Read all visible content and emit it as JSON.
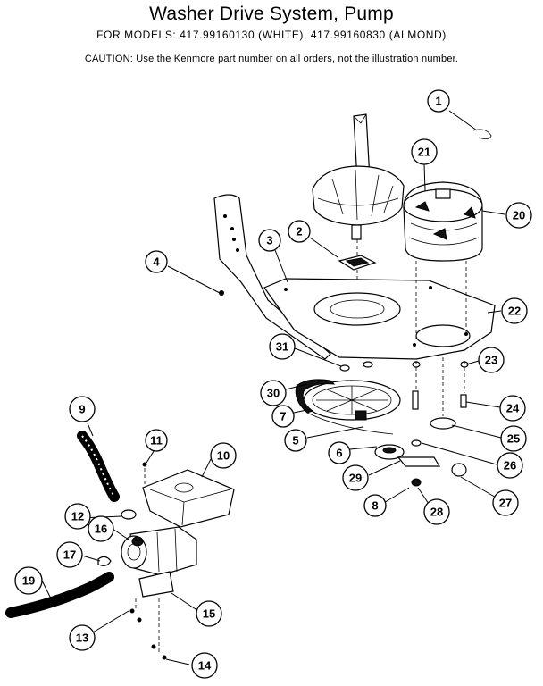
{
  "header": {
    "title": "Washer Drive System, Pump",
    "models": "FOR MODELS:  417.99160130  (WHITE), 417.99160830  (ALMOND)",
    "caution_pre": "CAUTION:  Use the Kenmore part number on all orders, ",
    "caution_em": "not",
    "caution_post": " the illustration number."
  },
  "callouts": [
    "1",
    "2",
    "3",
    "4",
    "5",
    "6",
    "7",
    "8",
    "9",
    "10",
    "11",
    "12",
    "13",
    "14",
    "15",
    "16",
    "17",
    "19",
    "20",
    "21",
    "22",
    "23",
    "24",
    "25",
    "26",
    "27",
    "28",
    "29",
    "30",
    "31"
  ]
}
